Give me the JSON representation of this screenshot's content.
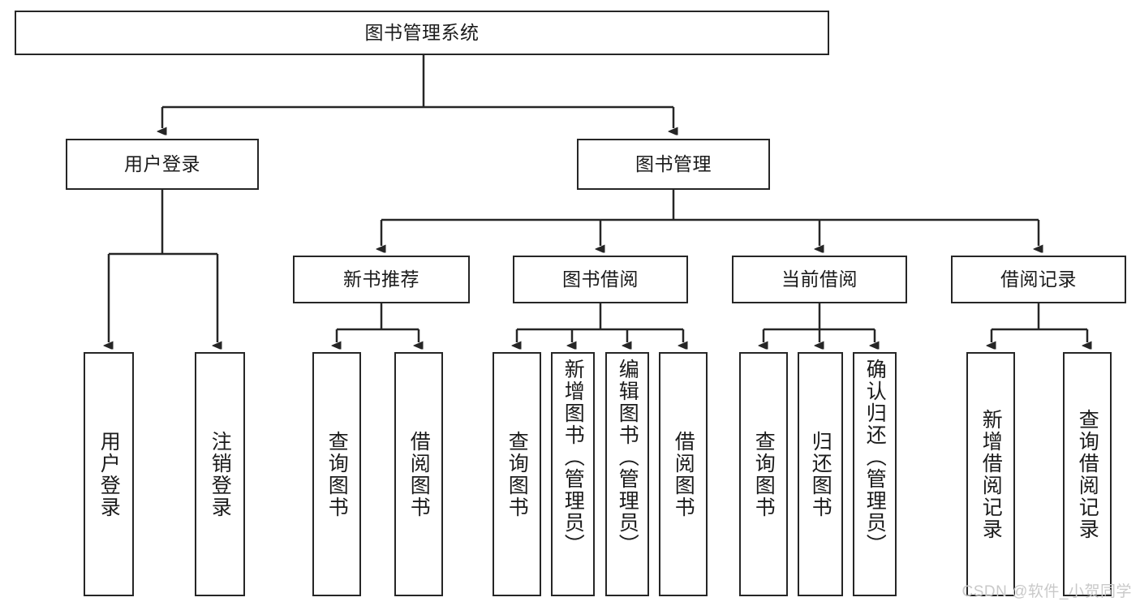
{
  "diagram": {
    "title": "图书管理系统",
    "type": "tree",
    "root": {
      "id": "root",
      "label": "图书管理系统"
    },
    "level1": [
      {
        "id": "user-login",
        "label": "用户登录"
      },
      {
        "id": "book-management",
        "label": "图书管理"
      }
    ],
    "level2": [
      {
        "id": "new-book-recommend",
        "label": "新书推荐",
        "parent": "book-management"
      },
      {
        "id": "book-borrow",
        "label": "图书借阅",
        "parent": "book-management"
      },
      {
        "id": "current-borrow",
        "label": "当前借阅",
        "parent": "book-management"
      },
      {
        "id": "borrow-record",
        "label": "借阅记录",
        "parent": "book-management"
      }
    ],
    "leaves": [
      {
        "id": "leaf-user-login",
        "label": "用户登录",
        "parent": "user-login"
      },
      {
        "id": "leaf-logout-login",
        "label": "注销登录",
        "parent": "user-login"
      },
      {
        "id": "leaf-query-book-1",
        "label": "查询图书",
        "parent": "new-book-recommend"
      },
      {
        "id": "leaf-borrow-book-1",
        "label": "借阅图书",
        "parent": "new-book-recommend"
      },
      {
        "id": "leaf-query-book-2",
        "label": "查询图书",
        "parent": "book-borrow"
      },
      {
        "id": "leaf-add-book",
        "label": "新增图书（管理员）",
        "parent": "book-borrow"
      },
      {
        "id": "leaf-edit-book",
        "label": "编辑图书（管理员）",
        "parent": "book-borrow"
      },
      {
        "id": "leaf-borrow-book-2",
        "label": "借阅图书",
        "parent": "book-borrow"
      },
      {
        "id": "leaf-query-book-3",
        "label": "查询图书",
        "parent": "current-borrow"
      },
      {
        "id": "leaf-return-book",
        "label": "归还图书",
        "parent": "current-borrow"
      },
      {
        "id": "leaf-confirm-return",
        "label": "确认归还（管理员）",
        "parent": "current-borrow"
      },
      {
        "id": "leaf-add-record",
        "label": "新增借阅记录",
        "parent": "borrow-record"
      },
      {
        "id": "leaf-query-record",
        "label": "查询借阅记录",
        "parent": "borrow-record"
      }
    ],
    "colors": {
      "stroke": "#262626",
      "fill": "#ffffff",
      "text": "#1b1b1b",
      "watermark": "#c9c9c9"
    }
  },
  "watermark": {
    "text": "CSDN @软件_小贺同学"
  }
}
